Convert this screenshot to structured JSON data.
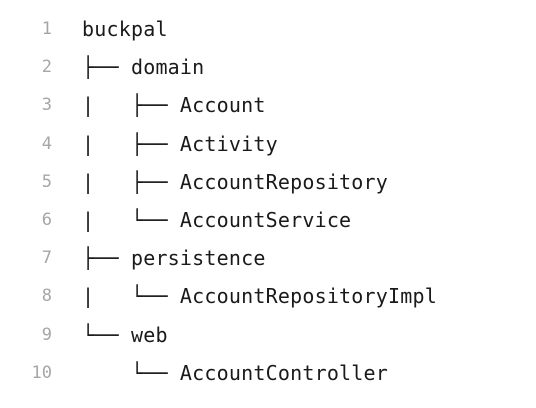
{
  "code": {
    "lines": [
      {
        "number": "1",
        "text": "buckpal"
      },
      {
        "number": "2",
        "text": "├── domain"
      },
      {
        "number": "3",
        "text": "|   ├── Account"
      },
      {
        "number": "4",
        "text": "|   ├── Activity"
      },
      {
        "number": "5",
        "text": "|   ├── AccountRepository"
      },
      {
        "number": "6",
        "text": "|   └── AccountService"
      },
      {
        "number": "7",
        "text": "├── persistence"
      },
      {
        "number": "8",
        "text": "|   └── AccountRepositoryImpl"
      },
      {
        "number": "9",
        "text": "└── web"
      },
      {
        "number": "10",
        "text": "    └── AccountController"
      }
    ]
  }
}
